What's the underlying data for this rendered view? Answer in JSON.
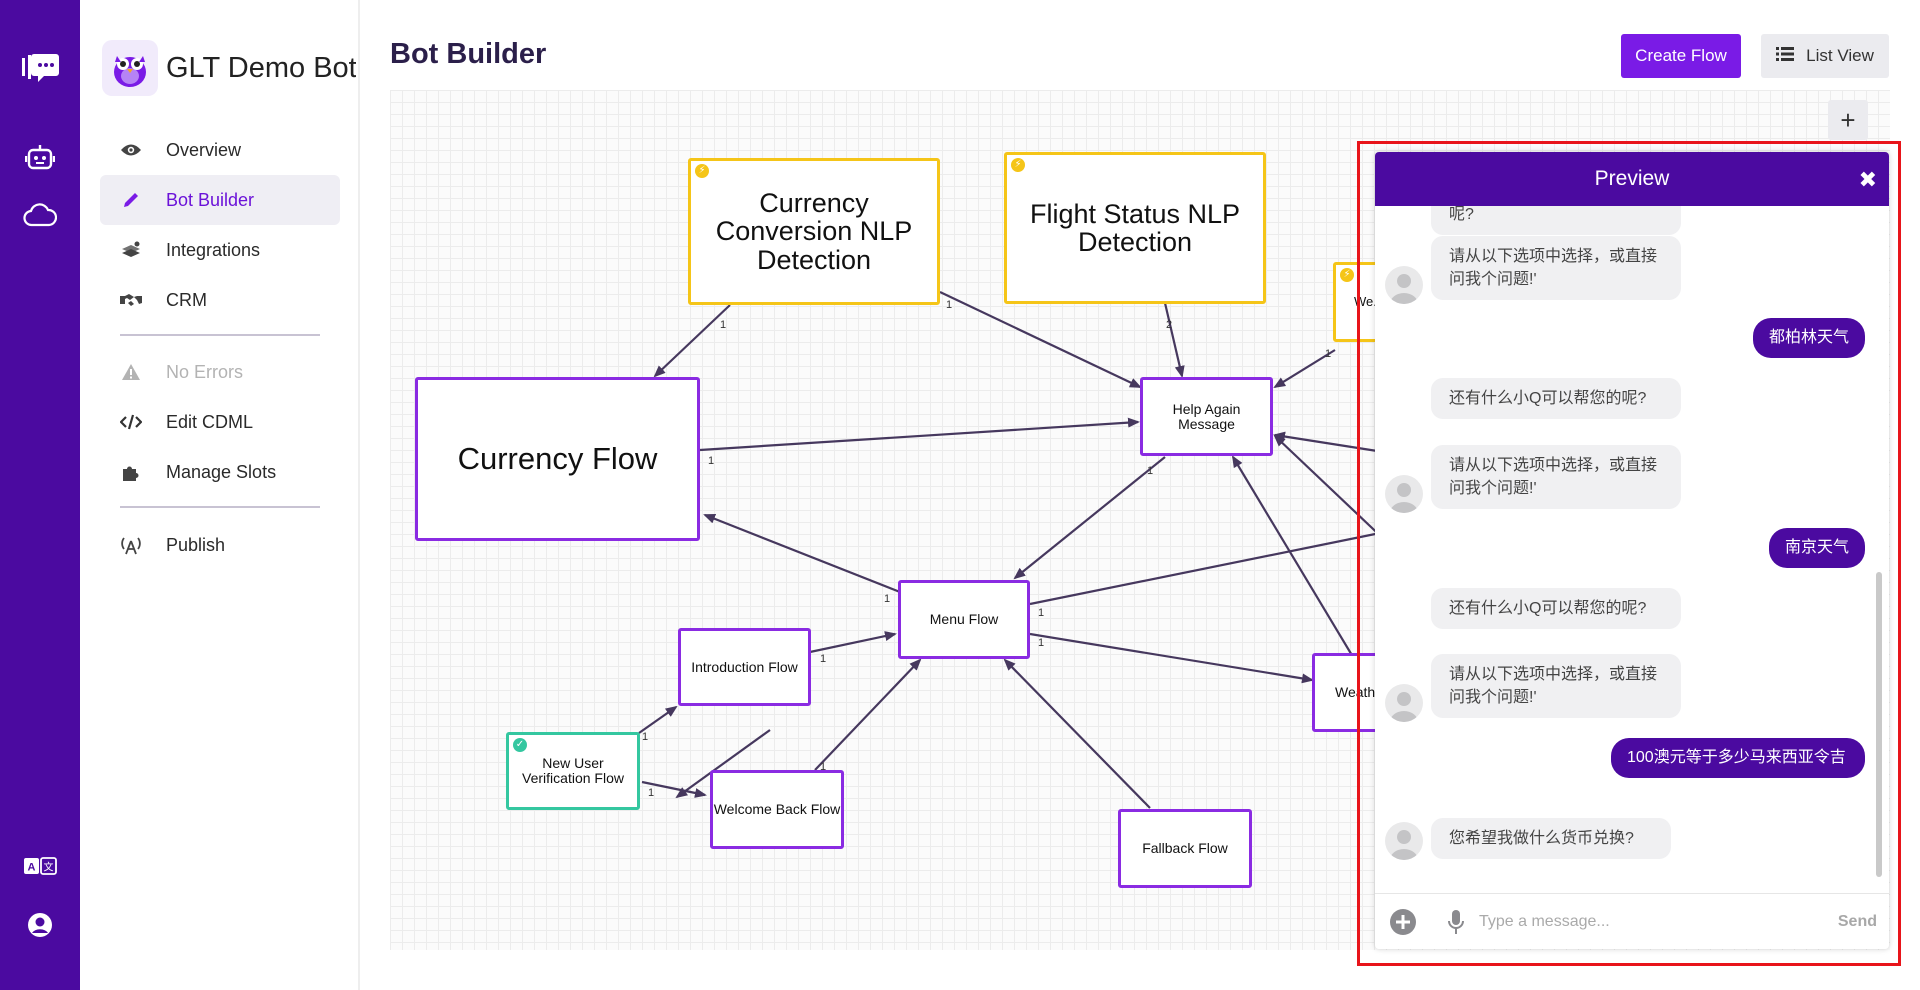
{
  "app": {
    "brand_name": "GLT Demo Bot"
  },
  "colors": {
    "rail": "#4b0aa0",
    "accent": "#7a1be6",
    "flow_border": "#8a2be2",
    "trigger_border": "#f5c518",
    "start_border": "#34c7a0",
    "highlight": "#e8141a"
  },
  "rail": {
    "icons": [
      "chat-logo-icon",
      "robot-icon",
      "cloud-icon",
      "translate-icon",
      "user-circle-icon"
    ]
  },
  "sidebar": {
    "items": [
      {
        "label": "Overview",
        "icon": "eye-icon"
      },
      {
        "label": "Bot Builder",
        "icon": "pencil-icon"
      },
      {
        "label": "Integrations",
        "icon": "integrations-icon"
      },
      {
        "label": "CRM",
        "icon": "handshake-icon"
      },
      {
        "label": "No Errors",
        "icon": "warning-icon"
      },
      {
        "label": "Edit CDML",
        "icon": "code-icon"
      },
      {
        "label": "Manage Slots",
        "icon": "puzzle-icon"
      },
      {
        "label": "Publish",
        "icon": "broadcast-icon"
      }
    ]
  },
  "header": {
    "title": "Bot Builder",
    "create_flow": "Create Flow",
    "list_view": "List View"
  },
  "canvas": {
    "add_button": "+",
    "nodes": [
      {
        "id": "currency-nlp",
        "label": "Currency Conversion NLP Detection",
        "kind": "trigger"
      },
      {
        "id": "flight-nlp",
        "label": "Flight Status NLP Detection",
        "kind": "trigger"
      },
      {
        "id": "we-nlp",
        "label": "We... D...",
        "kind": "trigger"
      },
      {
        "id": "currency-flow",
        "label": "Currency Flow",
        "kind": "flow"
      },
      {
        "id": "help-again",
        "label": "Help Again Message",
        "kind": "flow"
      },
      {
        "id": "menu-flow",
        "label": "Menu Flow",
        "kind": "flow"
      },
      {
        "id": "intro-flow",
        "label": "Introduction Flow",
        "kind": "flow"
      },
      {
        "id": "new-user",
        "label": "New User Verification Flow",
        "kind": "start"
      },
      {
        "id": "welcome-back",
        "label": "Welcome Back Flow",
        "kind": "flow"
      },
      {
        "id": "fallback",
        "label": "Fallback Flow",
        "kind": "flow"
      },
      {
        "id": "weather",
        "label": "Weath",
        "kind": "flow"
      }
    ],
    "edge_labels": [
      "1",
      "1",
      "2",
      "1",
      "1",
      "1",
      "1",
      "1",
      "1",
      "1",
      "1",
      "1",
      "1"
    ]
  },
  "preview": {
    "title": "Preview",
    "messages": [
      {
        "from": "bot",
        "text": "呢?"
      },
      {
        "from": "bot",
        "text": "请从以下选项中选择，或直接问我个问题!'"
      },
      {
        "from": "user",
        "text": "都柏林天气"
      },
      {
        "from": "bot",
        "text": "还有什么小Q可以帮您的呢?"
      },
      {
        "from": "bot",
        "text": "请从以下选项中选择，或直接问我个问题!'"
      },
      {
        "from": "user",
        "text": "南京天气"
      },
      {
        "from": "bot",
        "text": "还有什么小Q可以帮您的呢?"
      },
      {
        "from": "bot",
        "text": "请从以下选项中选择，或直接问我个问题!'"
      },
      {
        "from": "user",
        "text": "100澳元等于多少马来西亚令吉"
      },
      {
        "from": "bot",
        "text": "您希望我做什么货币兑换?"
      }
    ],
    "input_placeholder": "Type a message...",
    "send_label": "Send"
  }
}
